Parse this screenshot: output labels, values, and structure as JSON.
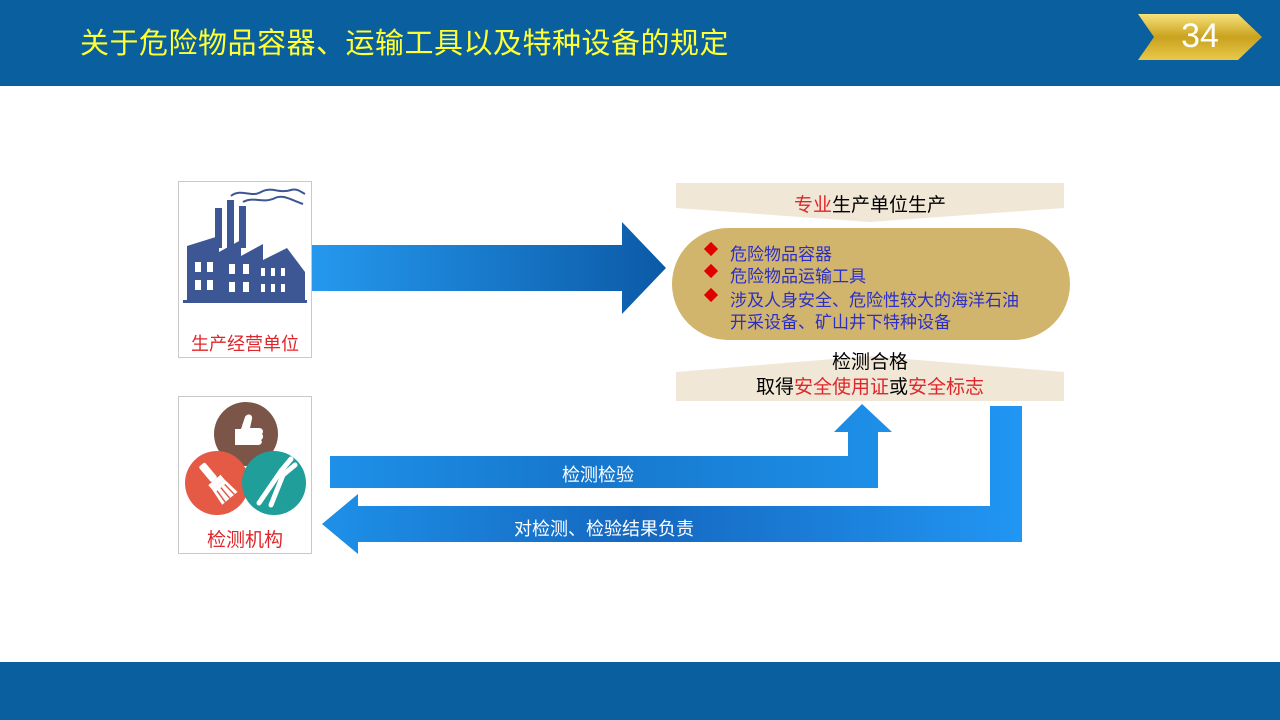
{
  "header": {
    "title": "关于危险物品容器、运输工具以及特种设备的规定",
    "page_number": "34"
  },
  "producer": {
    "label": "生产经营单位",
    "icon": "factory-icon"
  },
  "inspector": {
    "label": "检测机构",
    "icon": "tools-icon"
  },
  "top_banner": {
    "highlight": "专业",
    "rest": "生产单位生产"
  },
  "items": [
    "危险物品容器",
    "危险物品运输工具",
    "涉及人身安全、危险性较大的海洋石油",
    "开采设备、矿山井下特种设备"
  ],
  "bottom_banner": {
    "line1": "检测合格",
    "p1": "取得",
    "h1": "安全使用证",
    "p2": "或",
    "h2": "安全标志"
  },
  "arrows": {
    "inspect": "检测检验",
    "responsible": "对检测、检验结果负责"
  },
  "colors": {
    "header_bg": "#0a5f9e",
    "title": "#ffff33",
    "accent_red": "#e0262a",
    "oval": "#d2b56c",
    "item_text": "#2b2fc8",
    "banner": "#f0e7d6",
    "arrow": "#1e90e8"
  }
}
